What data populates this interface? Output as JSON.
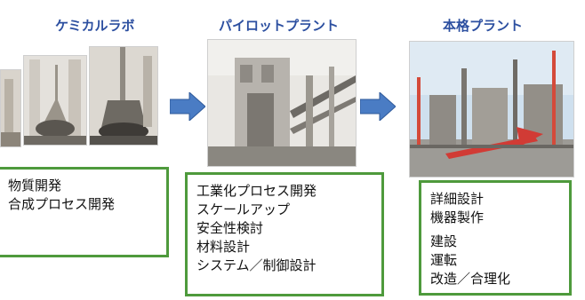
{
  "stages": [
    {
      "title": "ケミカルラボ",
      "items": [
        "物質開発",
        "合成プロセス開発"
      ]
    },
    {
      "title": "パイロットプラント",
      "items": [
        "工業化プロセス開発",
        "スケールアップ",
        "安全性検討",
        "材料設計",
        "システム／制御設計"
      ]
    },
    {
      "title": "本格プラント",
      "items": [
        "詳細設計",
        "機器製作",
        "建設",
        "運転",
        "改造／合理化"
      ]
    }
  ],
  "colors": {
    "title": "#2c4fa0",
    "box_border": "#4e9a3c",
    "arrow": "#4a7cc4"
  }
}
